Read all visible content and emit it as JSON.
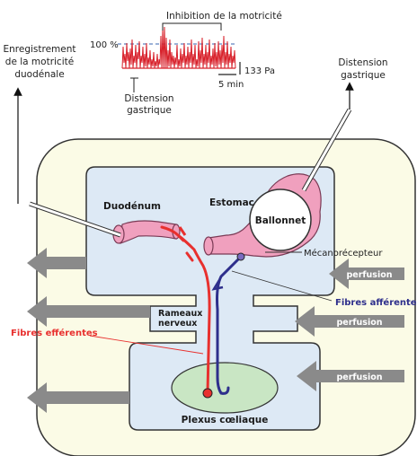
{
  "recording": {
    "inhibition_label": "Inhibition de la motricité",
    "percent_label": "100 %",
    "scale_pressure": "133 Pa",
    "scale_time": "5 min",
    "distension_mark_label": [
      "Distension",
      "gastrique"
    ]
  },
  "enregistrement_label": [
    "Enregistrement",
    "de la motricité",
    "duodénale"
  ],
  "distension_top_label": [
    "Distension",
    "gastrique"
  ],
  "organs": {
    "duodenum": "Duodénum",
    "estomac": "Estomac",
    "ballonnet": "Ballonnet",
    "mecanorecepteur": "Mécanorécepteur"
  },
  "rameaux_label": [
    "Rameaux",
    "nerveux"
  ],
  "plexus_label": "Plexus cœliaque",
  "fibres_afferentes": "Fibres afférentes",
  "fibres_efferentes": "Fibres efférentes",
  "perfusion_labels": [
    "perfusion",
    "perfusion",
    "perfusion"
  ],
  "colors": {
    "efferent": "#e8302e",
    "afferent": "#2e2f8c",
    "organ_pink": "#f0a0be",
    "tank_blue": "#dde9f5",
    "outer_cream": "#fbfbe6",
    "arrow_gray": "#8a8a8a"
  }
}
